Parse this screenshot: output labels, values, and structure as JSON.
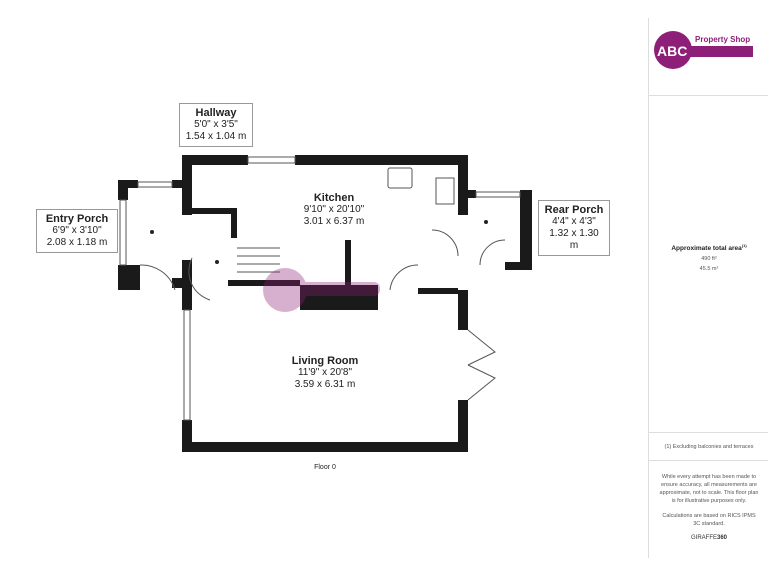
{
  "rooms": {
    "hallway": {
      "name": "Hallway",
      "imperial": "5'0\" x 3'5\"",
      "metric": "1.54 x 1.04 m"
    },
    "entry_porch": {
      "name": "Entry Porch",
      "imperial": "6'9\" x 3'10\"",
      "metric": "2.08 x 1.18 m"
    },
    "kitchen": {
      "name": "Kitchen",
      "imperial": "9'10\" x 20'10\"",
      "metric": "3.01 x 6.37 m"
    },
    "rear_porch": {
      "name": "Rear Porch",
      "imperial": "4'4\" x 4'3\"",
      "metric": "1.32 x 1.30 m"
    },
    "living_room": {
      "name": "Living Room",
      "imperial": "11'9\" x 20'8\"",
      "metric": "3.59 x 6.31 m"
    }
  },
  "floor_label": "Floor 0",
  "sidebar": {
    "logo_big": "ABC",
    "logo_small": "Property Shop",
    "area_title": "Approximate total area",
    "area_note_marker": "(1)",
    "area_ft": "490 ft²",
    "area_m": "45.5 m²",
    "footnote": "(1) Excluding balconies and terraces",
    "disclaimer": "While every attempt has been made to ensure accuracy, all measurements are approximate, not to scale. This floor plan is for illustrative purposes only.",
    "calc": "Calculations are based on RICS IPMS 3C standard.",
    "brand_a": "GIRAFFE",
    "brand_b": "360"
  },
  "colors": {
    "wall": "#1a1a1a",
    "brand": "#8e1f78"
  }
}
